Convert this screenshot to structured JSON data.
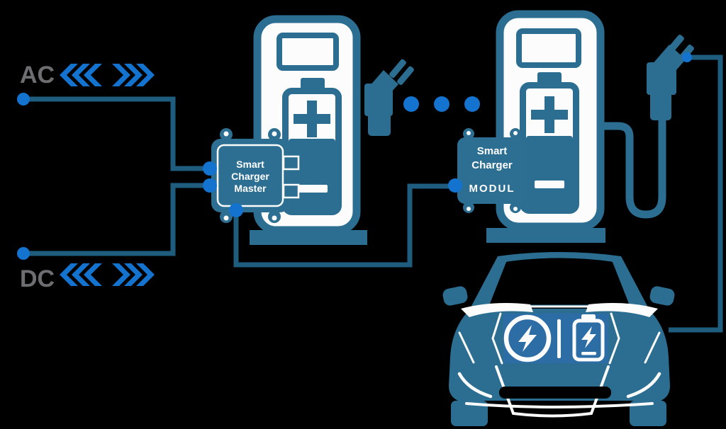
{
  "labels": {
    "ac": "AC",
    "dc": "DC"
  },
  "master_box": {
    "line1": "Smart",
    "line2": "Charger",
    "line3": "Master"
  },
  "module_box": {
    "line1": "Smart",
    "line2": "Charger",
    "line3": "MODUL"
  },
  "diagram": {
    "charging_stations": 2,
    "ellipsis_dots": 3
  },
  "colors": {
    "diagram_teal": "#2b6e91",
    "box_teal": "#2d6f92",
    "connection_line_teal": "#1f5d7e",
    "accent_blue": "#1373cf",
    "label_gray": "#6d6e71",
    "hood_panel_blue": "#2d6da6",
    "station_body_white": "#fcfcfc",
    "background": "#000000"
  }
}
